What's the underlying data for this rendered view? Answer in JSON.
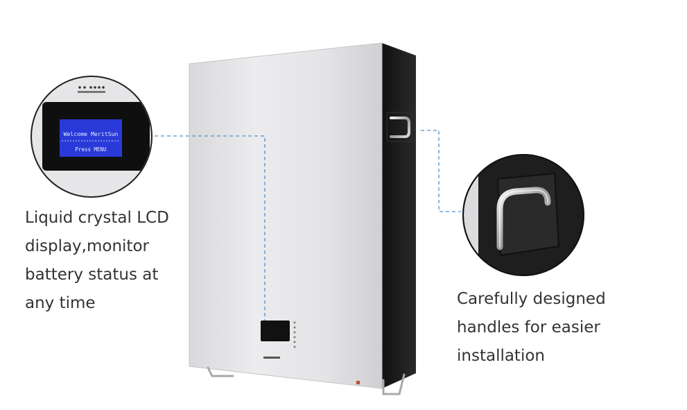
{
  "lcd_callout": {
    "screen_line_1": "Welcome MeritSun",
    "screen_line_2": "Press MENU",
    "caption_lines": [
      "Liquid crystal LCD",
      "display,monitor",
      "battery status at",
      "any time"
    ]
  },
  "handle_callout": {
    "caption_lines": [
      "Carefully designed",
      "handles for easier",
      "installation"
    ]
  },
  "colors": {
    "leader_line": "#4a90d0",
    "caption_text": "#333333",
    "lcd_screen": "#2a3ad8",
    "battery_front": "#e2e2e4",
    "battery_side": "#1a1a1a"
  }
}
